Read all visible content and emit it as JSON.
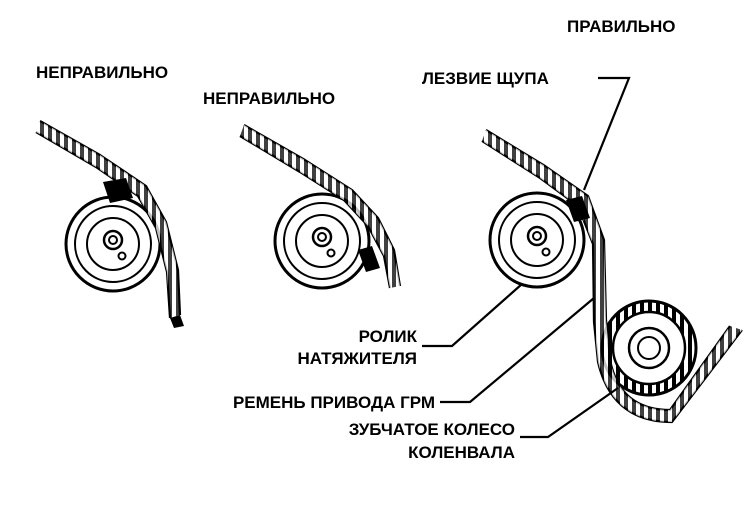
{
  "figure": {
    "label_incorrect_1": "НЕПРАВИЛЬНО",
    "label_incorrect_2": "НЕПРАВИЛЬНО",
    "label_correct": "ПРАВИЛЬНО",
    "callout_feeler_blade": "ЛЕЗВИЕ ЩУПА",
    "callout_tensioner_line1": "РОЛИК",
    "callout_tensioner_line2": "НАТЯЖИТЕЛЯ",
    "callout_belt": "РЕМЕНЬ ПРИВОДА ГРМ",
    "callout_crank_line1": "ЗУБЧАТОЕ КОЛЕСО",
    "callout_crank_line2": "КОЛЕНВАЛА"
  }
}
